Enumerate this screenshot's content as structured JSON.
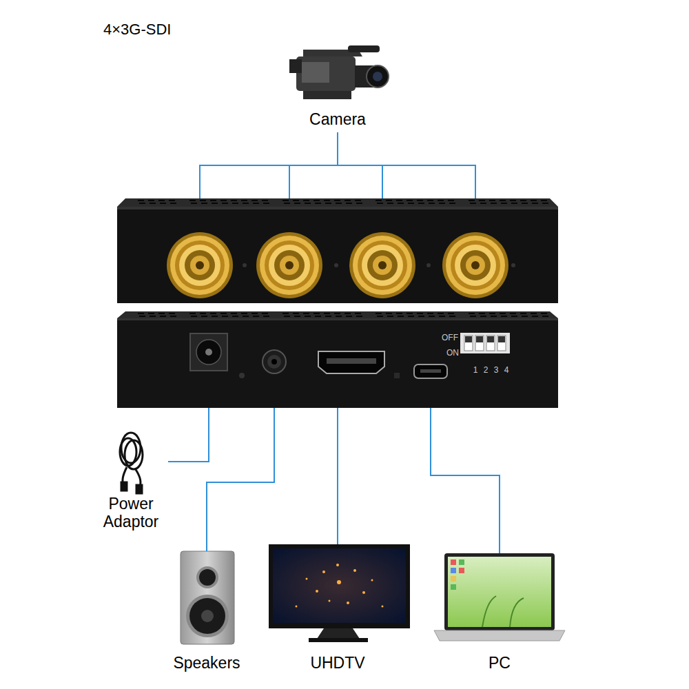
{
  "diagram": {
    "title": "4×3G-SDI",
    "nodes": [
      {
        "text": [
          "Camera"
        ]
      },
      {
        "text": [
          "OFF",
          "ON",
          "1",
          "2",
          "3",
          "4"
        ]
      },
      {
        "text": [
          "Power Adaptor"
        ]
      },
      {
        "text": [
          "Speakers"
        ]
      },
      {
        "text": [
          "UHDTV"
        ]
      },
      {
        "text": [
          "PC"
        ]
      }
    ],
    "edges": [
      {
        "from": 1,
        "to": 2,
        "arrow": "none"
      },
      {
        "from": 1,
        "to": 3,
        "arrow": "none"
      },
      {
        "from": 1,
        "to": 4,
        "arrow": "none"
      },
      {
        "from": 1,
        "to": 5,
        "arrow": "none"
      }
    ]
  }
}
